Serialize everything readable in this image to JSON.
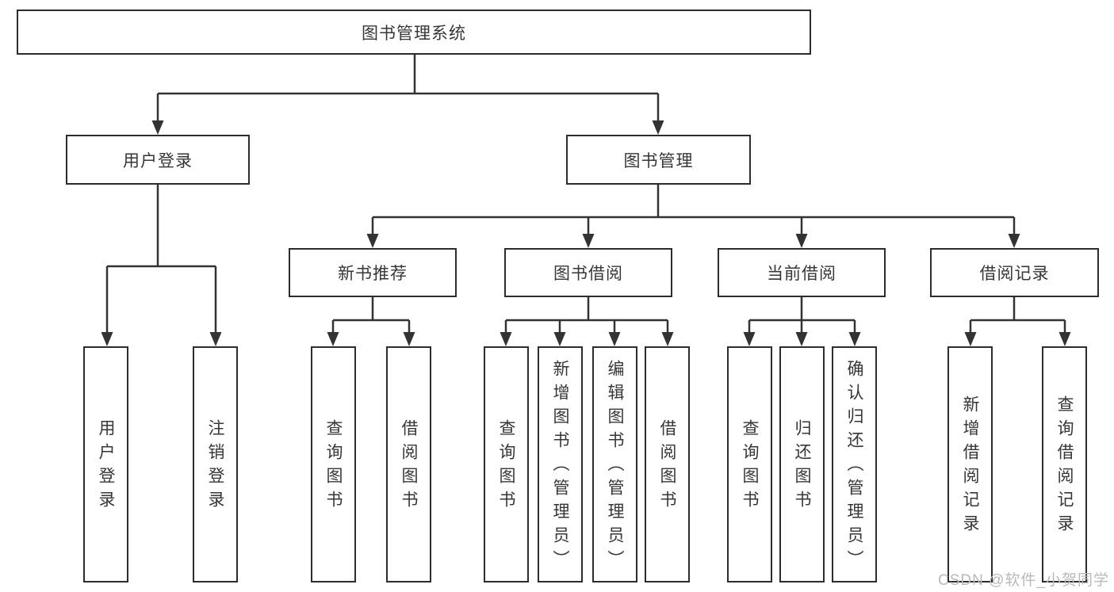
{
  "diagram": {
    "title": "图书管理系统",
    "tree": {
      "root": {
        "label": "图书管理系统"
      },
      "branches": [
        {
          "label": "用户登录",
          "children": [
            {
              "label": "用户登录"
            },
            {
              "label": "注销登录"
            }
          ]
        },
        {
          "label": "图书管理",
          "children": [
            {
              "label": "新书推荐",
              "children": [
                {
                  "label": "查询图书"
                },
                {
                  "label": "借阅图书"
                }
              ]
            },
            {
              "label": "图书借阅",
              "children": [
                {
                  "label": "查询图书"
                },
                {
                  "label": "新增图书（管理员）"
                },
                {
                  "label": "编辑图书（管理员）"
                },
                {
                  "label": "借阅图书"
                }
              ]
            },
            {
              "label": "当前借阅",
              "children": [
                {
                  "label": "查询图书"
                },
                {
                  "label": "归还图书"
                },
                {
                  "label": "确认归还（管理员）"
                }
              ]
            },
            {
              "label": "借阅记录",
              "children": [
                {
                  "label": "新增借阅记录"
                },
                {
                  "label": "查询借阅记录"
                }
              ]
            }
          ]
        }
      ]
    },
    "colors": {
      "line": "#333333",
      "box_border": "#2d2d2d",
      "text": "#363636",
      "background": "#ffffff",
      "watermark": "#b9b9b9"
    }
  },
  "watermark": "CSDN @软件_小贺同学"
}
